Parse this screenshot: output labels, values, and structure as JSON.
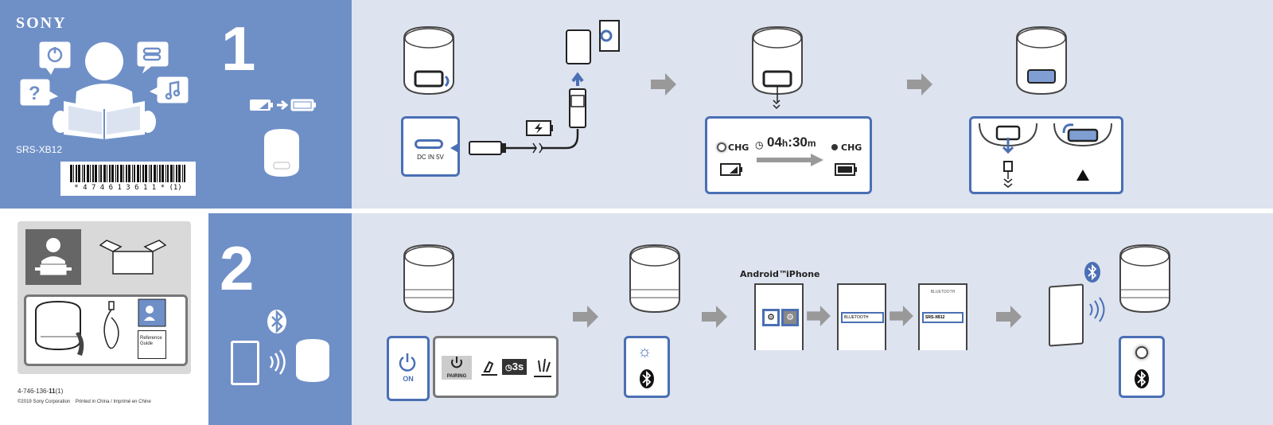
{
  "brand": "SONY",
  "model": "SRS-XB12",
  "barcode": "* 4 7 4 6 1 3 6 1 1 * (1)",
  "part_number_prefix": "4-746-136-",
  "part_number_bold": "11",
  "part_number_suffix": "(1)",
  "copyright": "©2019 Sony Corporation",
  "printed": "Printed in China / Imprimé en Chine",
  "step1": {
    "number": "1",
    "port_label": "DC IN 5V",
    "chg_label": "CHG",
    "time_hours": "04",
    "time_h": "h",
    "time_sep": ":",
    "time_minutes": "30",
    "time_m": "m"
  },
  "step2": {
    "number": "2",
    "on_label": "ON",
    "pairing_label": "PAIRING",
    "hold_time": "3s",
    "android_label": "Android™",
    "iphone_label": "iPhone",
    "bluetooth_screen": "BLUETOOTH",
    "device_item": "SRS-XB12"
  },
  "box_contents": {
    "guide_label": "Reference Guide"
  },
  "colors": {
    "panel_blue": "#6f8fc7",
    "panel_light": "#dde3ef",
    "accent": "#4a6fb4"
  }
}
